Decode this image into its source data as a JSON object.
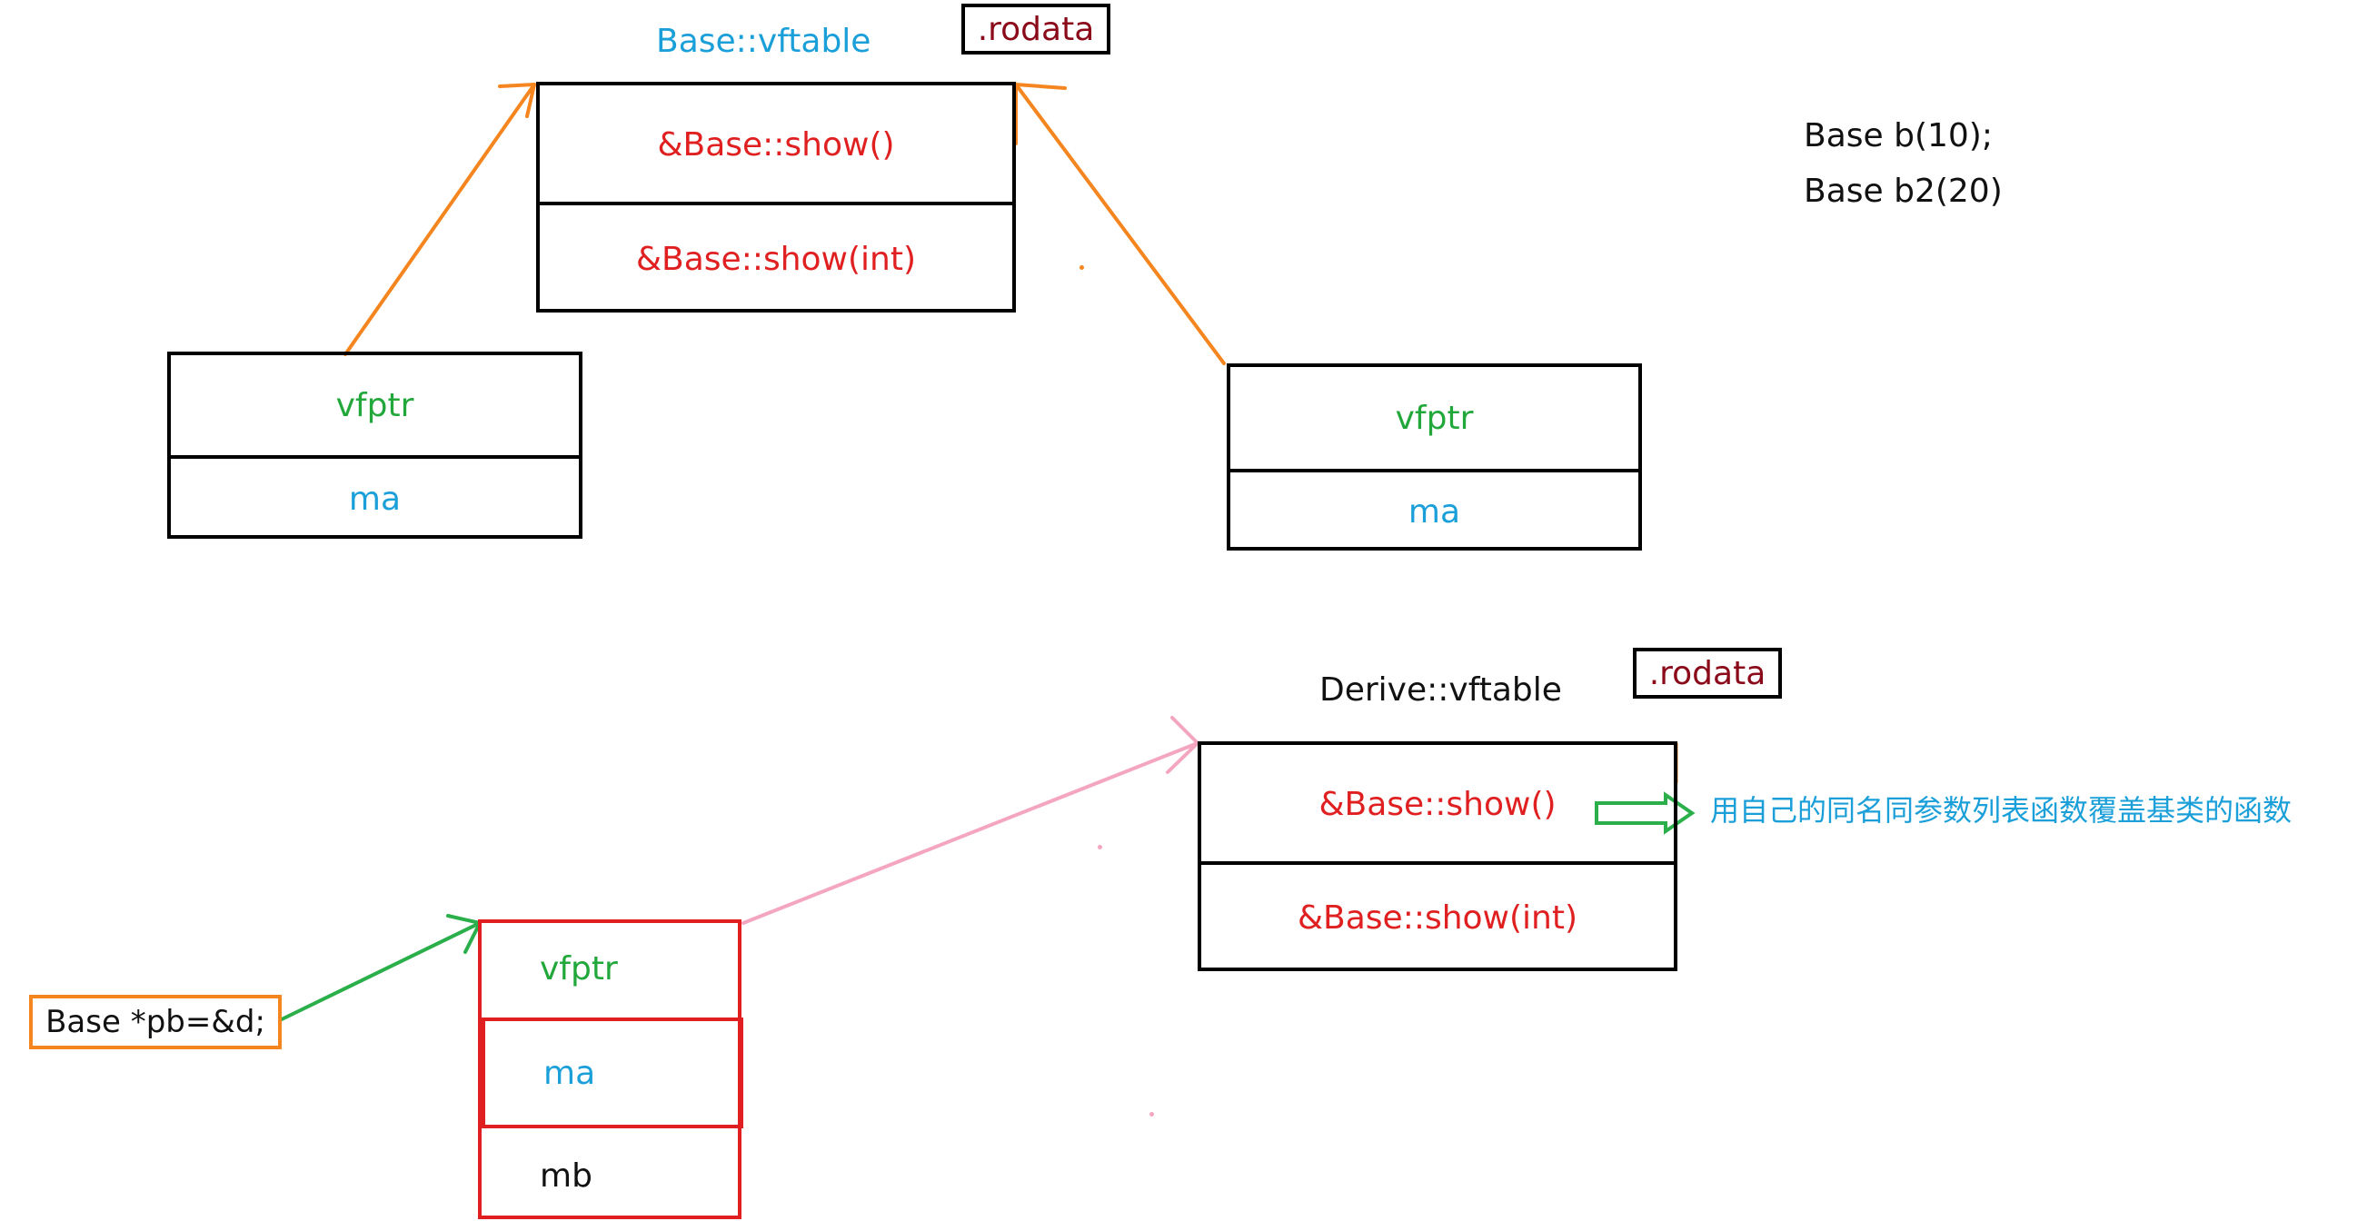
{
  "colors": {
    "orange_arrow": "#f5861f",
    "green_arrow": "#2aaf4a",
    "pink_arrow": "#f4a6c0",
    "red_box": "#e02020",
    "rodata_text": "#8b0a1a",
    "blue_text": "#1a9fd9",
    "green_text": "#22a83a",
    "red_text": "#e02020"
  },
  "base_vftable": {
    "title": "Base::vftable",
    "section_tag": ".rodata",
    "entries": [
      "&Base::show()",
      "&Base::show(int)"
    ]
  },
  "object_b": {
    "fields": [
      "vfptr",
      "ma"
    ]
  },
  "object_b2": {
    "fields": [
      "vfptr",
      "ma"
    ]
  },
  "code_lines": [
    "Base b(10);",
    "Base b2(20)"
  ],
  "derive_vftable": {
    "title": "Derive::vftable",
    "section_tag": ".rodata",
    "entries": [
      "&Base::show()",
      "&Base::show(int)"
    ]
  },
  "override_note": "用自己的同名同参数列表函数覆盖基类的函数",
  "pointer_decl": "Base *pb=&d;",
  "object_d": {
    "fields": [
      "vfptr",
      "ma",
      "mb"
    ]
  }
}
